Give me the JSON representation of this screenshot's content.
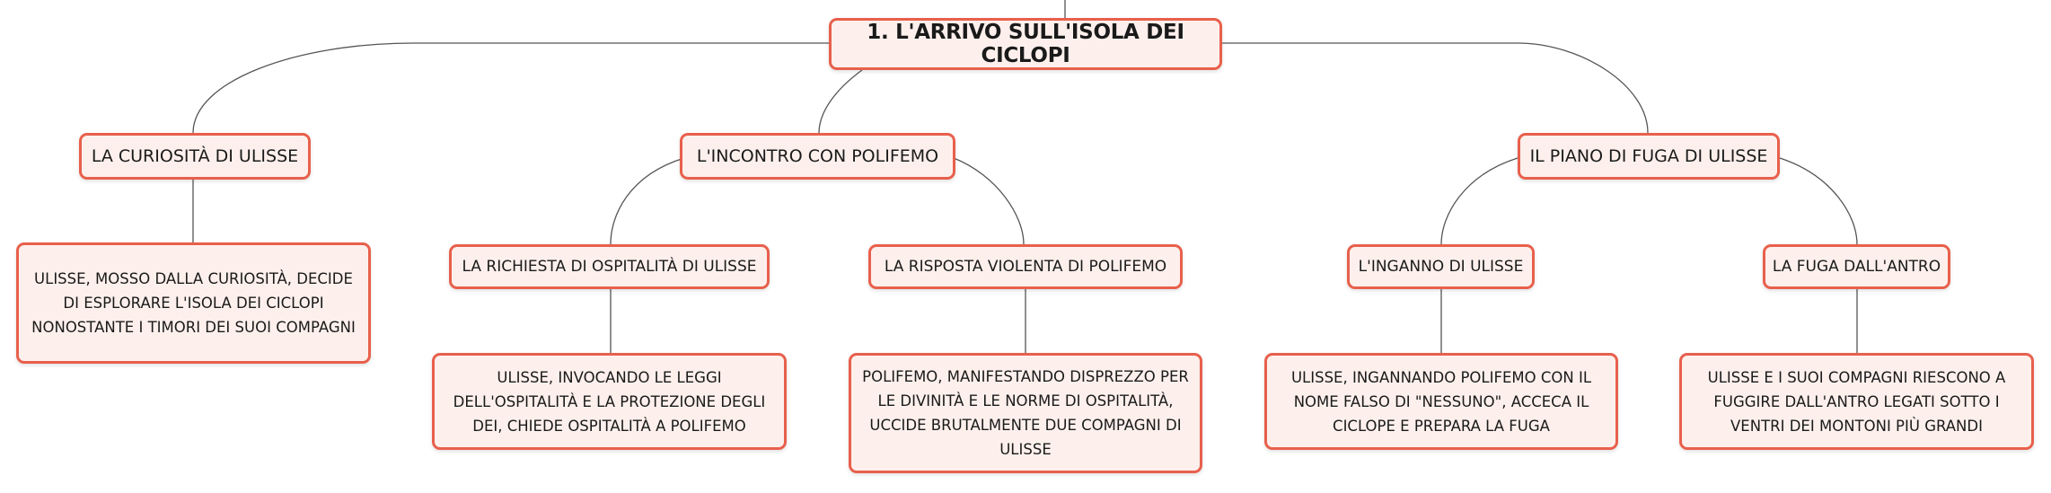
{
  "root": {
    "label": "1. L'ARRIVO SULL'ISOLA DEI CICLOPI"
  },
  "branches": [
    {
      "label": "LA CURIOSITÀ DI ULISSE",
      "details": [
        {
          "text": "ULISSE, MOSSO DALLA CURIOSITÀ, DECIDE DI ESPLORARE L'ISOLA DEI CICLOPI NONOSTANTE I TIMORI DEI SUOI COMPAGNI"
        }
      ]
    },
    {
      "label": "L'INCONTRO CON POLIFEMO",
      "subtopics": [
        {
          "label": "LA RICHIESTA DI OSPITALITÀ DI ULISSE",
          "detail": "ULISSE, INVOCANDO LE LEGGI DELL'OSPITALITÀ E LA PROTEZIONE DEGLI DEI, CHIEDE OSPITALITÀ A POLIFEMO"
        },
        {
          "label": "LA RISPOSTA VIOLENTA DI POLIFEMO",
          "detail": "POLIFEMO, MANIFESTANDO DISPREZZO PER LE DIVINITÀ E LE NORME DI OSPITALITÀ, UCCIDE BRUTALMENTE DUE COMPAGNI DI ULISSE"
        }
      ]
    },
    {
      "label": "IL PIANO DI FUGA DI ULISSE",
      "subtopics": [
        {
          "label": "L'INGANNO DI ULISSE",
          "detail": "ULISSE, INGANNANDO POLIFEMO CON IL NOME FALSO DI \"NESSUNO\", ACCECA IL CICLOPE E PREPARA LA FUGA"
        },
        {
          "label": "LA FUGA DALL'ANTRO",
          "detail": "ULISSE E I SUOI COMPAGNI RIESCONO A FUGGIRE DALL'ANTRO LEGATI SOTTO I VENTRI DEI MONTONI PIÙ GRANDI"
        }
      ]
    }
  ],
  "colors": {
    "node_fill": "#fdf0ec",
    "node_border": "#e8604c",
    "connector": "#555555"
  }
}
